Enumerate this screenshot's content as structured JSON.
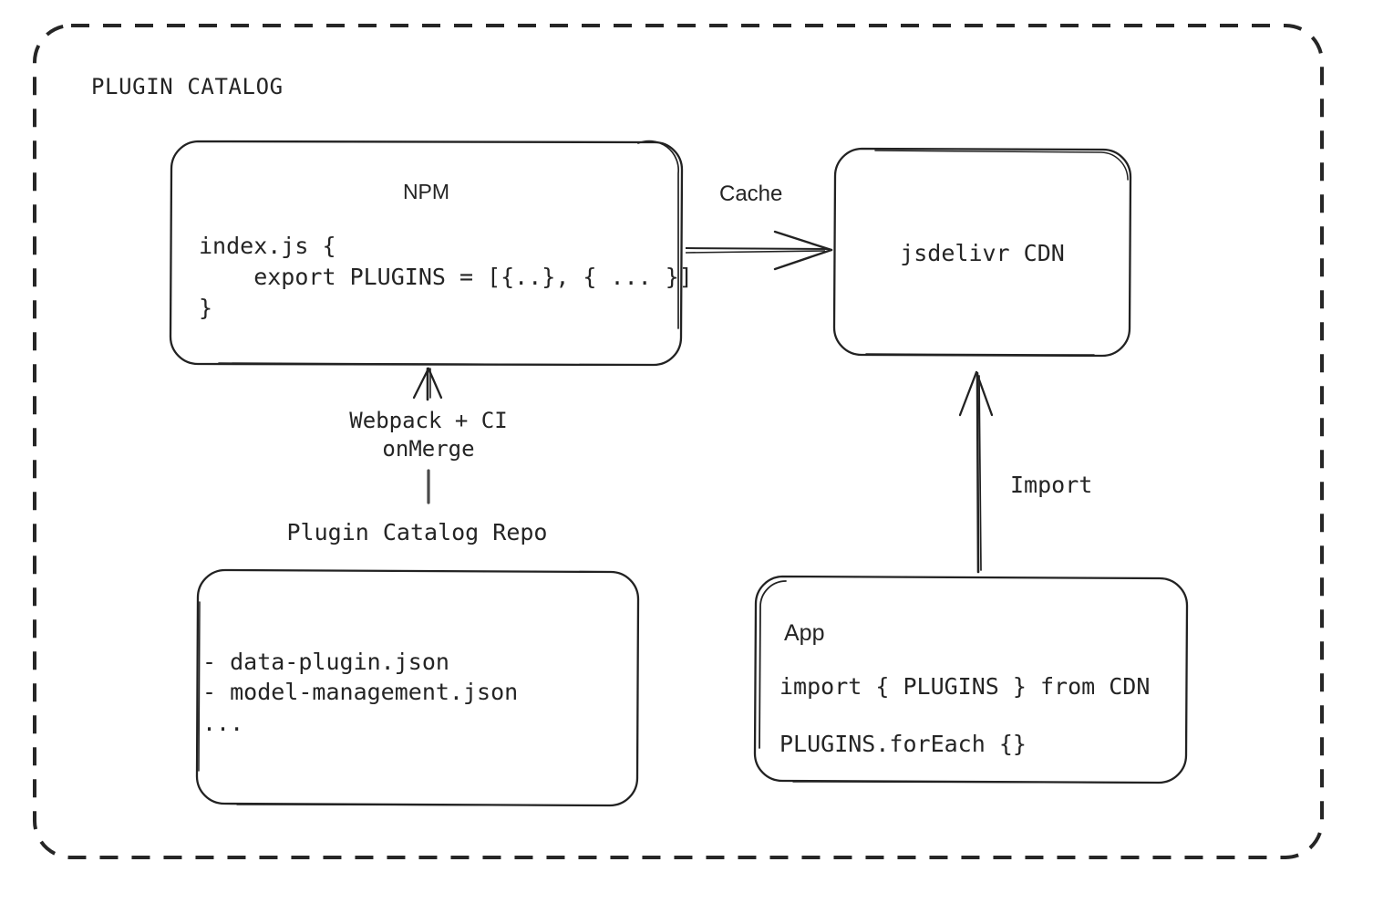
{
  "diagram": {
    "title": "PLUGIN CATALOG",
    "background": "#ffffff",
    "stroke_color": "#222222",
    "text_color": "#242424"
  },
  "nodes": {
    "npm": {
      "title": "NPM",
      "code_lines": [
        "index.js {",
        "    export PLUGINS = [{..}, { ... }]",
        "}"
      ],
      "code_text": "index.js {\n    export PLUGINS = [{..}, { ... }]\n}"
    },
    "cdn": {
      "title": "jsdelivr CDN"
    },
    "repo": {
      "caption": "Plugin Catalog Repo",
      "file_lines": [
        "- data-plugin.json",
        "- model-management.json",
        "..."
      ],
      "file_text": "- data-plugin.json\n- model-management.json\n..."
    },
    "app": {
      "title": "App",
      "code_line_1": "import { PLUGINS } from CDN",
      "code_line_2": "PLUGINS.forEach {}"
    }
  },
  "edges": {
    "cache": {
      "label": "Cache",
      "from": "npm",
      "to": "cdn",
      "direction": "right"
    },
    "build": {
      "label": "Webpack + CI\nonMerge",
      "label_line_1": "Webpack + CI",
      "label_line_2": "onMerge",
      "from": "repo",
      "to": "npm",
      "direction": "up"
    },
    "import": {
      "label": "Import",
      "from": "app",
      "to": "cdn",
      "direction": "up"
    }
  }
}
